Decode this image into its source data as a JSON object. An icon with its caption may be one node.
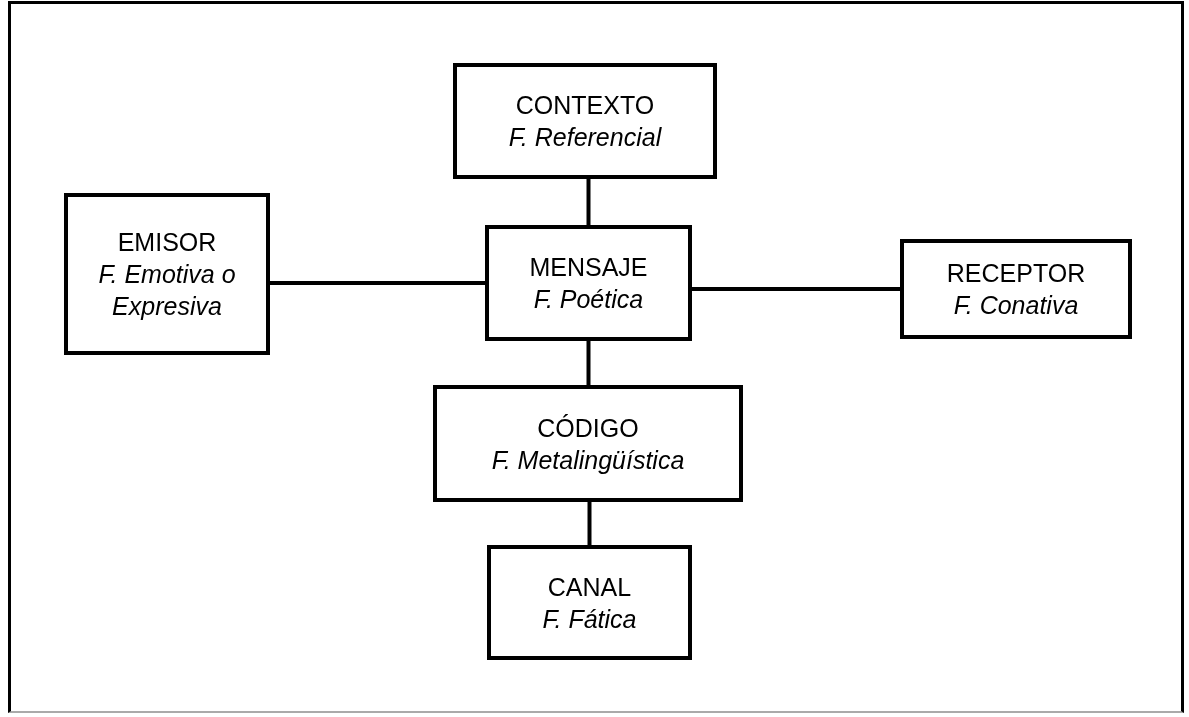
{
  "diagram": {
    "nodes": [
      {
        "text": [
          "CONTEXTO",
          "F. Referencial"
        ]
      },
      {
        "text": [
          "EMISOR",
          "F. Emotiva o Expresiva"
        ]
      },
      {
        "text": [
          "MENSAJE",
          "F. Poética"
        ]
      },
      {
        "text": [
          "RECEPTOR",
          "F. Conativa"
        ]
      },
      {
        "text": [
          "CÓDIGO",
          "F. Metalingüística"
        ]
      },
      {
        "text": [
          "CANAL",
          "F. Fática"
        ]
      }
    ],
    "edges": [
      {
        "from": 0,
        "to": 2,
        "arrow": "none"
      },
      {
        "from": 1,
        "to": 2,
        "arrow": "none"
      },
      {
        "from": 2,
        "to": 3,
        "arrow": "none"
      },
      {
        "from": 2,
        "to": 4,
        "arrow": "none"
      },
      {
        "from": 4,
        "to": 5,
        "arrow": "none"
      }
    ]
  }
}
